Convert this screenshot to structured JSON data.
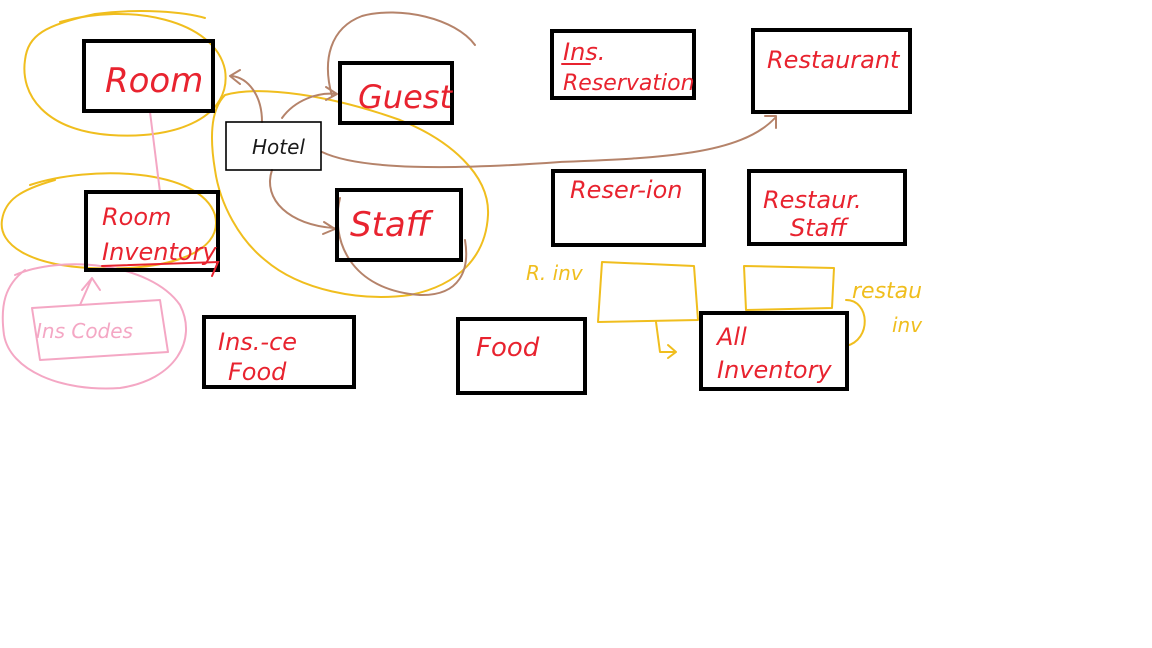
{
  "canvas": {
    "background": "#ffffff"
  },
  "colors": {
    "box_border": "#000000",
    "label_red": "#e8232f",
    "label_black": "#1a1a1a",
    "brown_arrow": "#b5836a",
    "yellow_scribble": "#f0be1e",
    "pink_scribble": "#f4a7c4"
  },
  "entities": [
    {
      "id": "room",
      "lines": [
        "Room"
      ]
    },
    {
      "id": "guest",
      "lines": [
        "Guest"
      ]
    },
    {
      "id": "hotel",
      "lines": [
        "Hotel"
      ]
    },
    {
      "id": "staff",
      "lines": [
        "Staff"
      ]
    },
    {
      "id": "room_inventory",
      "lines": [
        "Room",
        "Inventory"
      ]
    },
    {
      "id": "ins_reservation",
      "lines": [
        "Ins.",
        "Reservation"
      ]
    },
    {
      "id": "restaurant",
      "lines": [
        "Restaurant"
      ]
    },
    {
      "id": "reservation",
      "lines": [
        "Reser-ion"
      ]
    },
    {
      "id": "restaur_staff",
      "lines": [
        "Restaur.",
        "Staff"
      ]
    },
    {
      "id": "ins_ce_food",
      "lines": [
        "Ins.-ce",
        "Food"
      ]
    },
    {
      "id": "food",
      "lines": [
        "Food"
      ]
    },
    {
      "id": "all_inventory",
      "lines": [
        "All",
        "Inventory"
      ]
    }
  ],
  "annotations": {
    "r_inv": "R. inv",
    "restau_inv_1": "restau",
    "restau_inv_2": "inv",
    "ins_codes": "Ins Codes"
  }
}
